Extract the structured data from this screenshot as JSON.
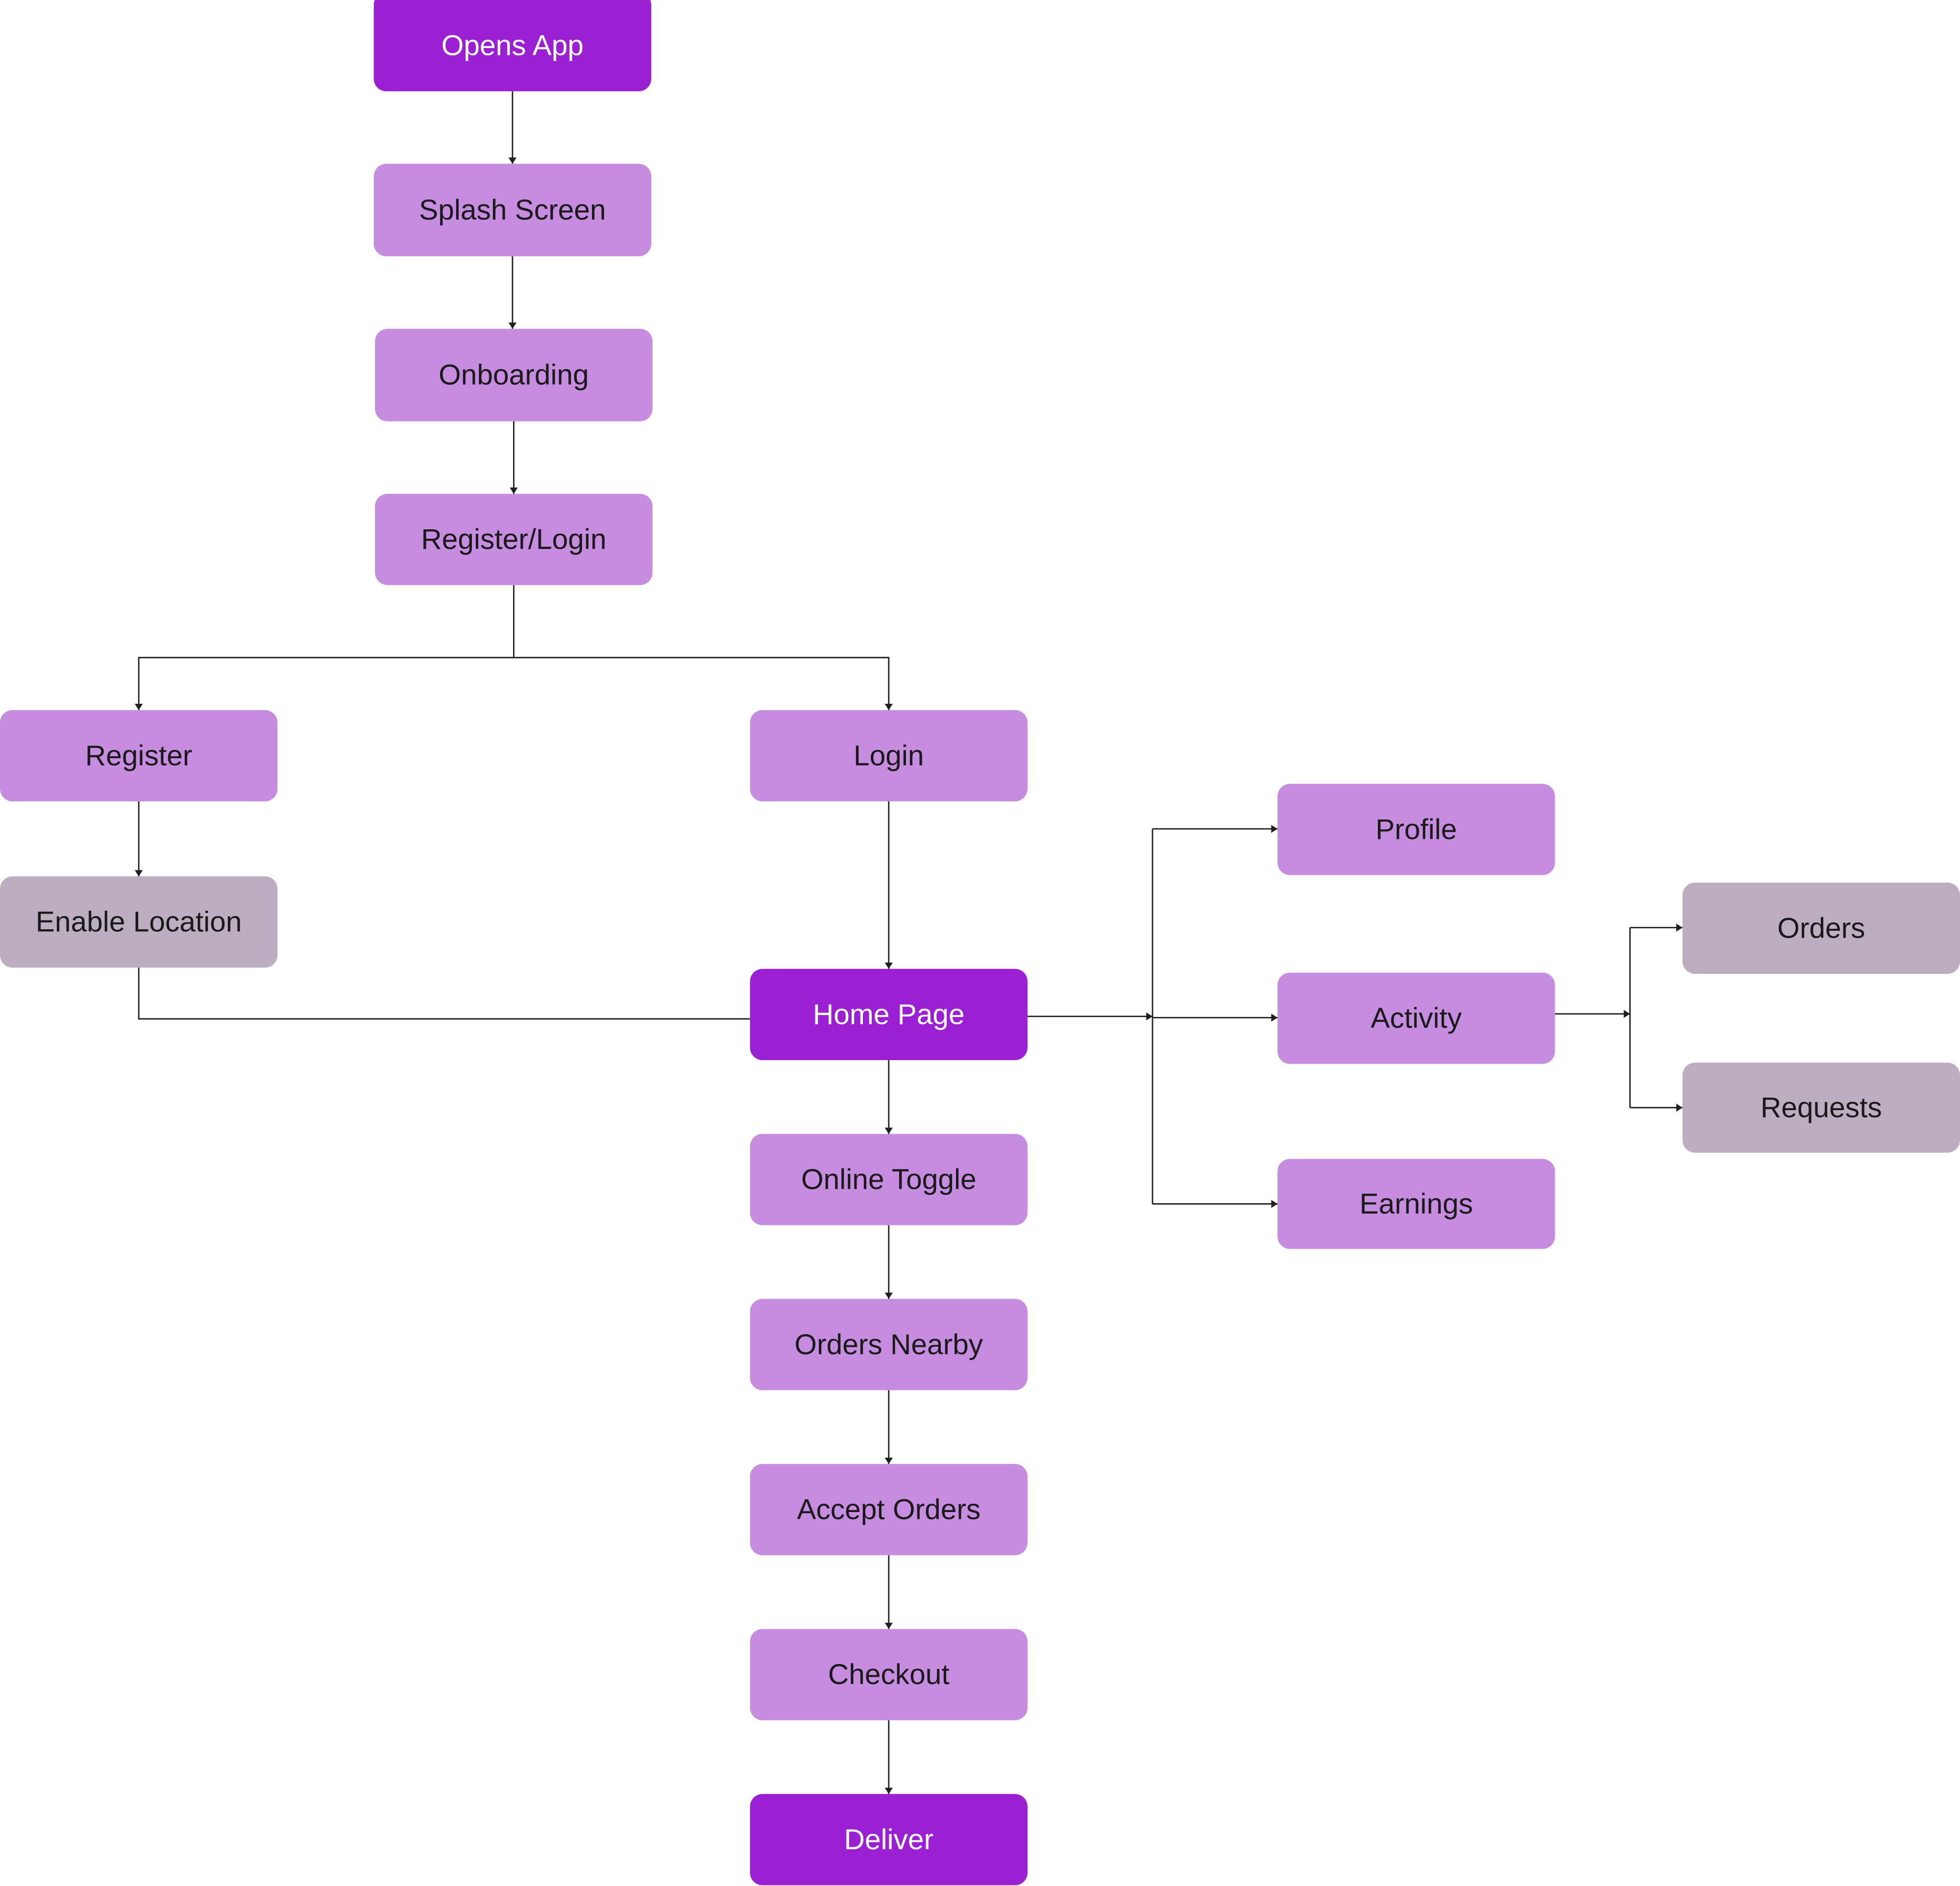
{
  "diagram": {
    "type": "user-flow",
    "colors": {
      "primary": "#9B20D3",
      "secondary": "#C68CDF",
      "muted": "#BCADC0",
      "connector": "#1F1F1F",
      "text_dark": "#1A1A1A",
      "text_light": "#FFFFFF"
    },
    "nodes": [
      {
        "id": "opens-app",
        "label": "Opens App",
        "style": "primary"
      },
      {
        "id": "splash-screen",
        "label": "Splash Screen",
        "style": "secondary"
      },
      {
        "id": "onboarding",
        "label": "Onboarding",
        "style": "secondary"
      },
      {
        "id": "register-login",
        "label": "Register/Login",
        "style": "secondary"
      },
      {
        "id": "register",
        "label": "Register",
        "style": "secondary"
      },
      {
        "id": "login",
        "label": "Login",
        "style": "secondary"
      },
      {
        "id": "enable-location",
        "label": "Enable Location",
        "style": "muted"
      },
      {
        "id": "home-page",
        "label": "Home Page",
        "style": "primary"
      },
      {
        "id": "online-toggle",
        "label": "Online Toggle",
        "style": "secondary"
      },
      {
        "id": "orders-nearby",
        "label": "Orders Nearby",
        "style": "secondary"
      },
      {
        "id": "accept-orders",
        "label": "Accept Orders",
        "style": "secondary"
      },
      {
        "id": "checkout",
        "label": "Checkout",
        "style": "secondary"
      },
      {
        "id": "deliver",
        "label": "Deliver",
        "style": "primary"
      },
      {
        "id": "profile",
        "label": "Profile",
        "style": "secondary"
      },
      {
        "id": "activity",
        "label": "Activity",
        "style": "secondary"
      },
      {
        "id": "earnings",
        "label": "Earnings",
        "style": "secondary"
      },
      {
        "id": "orders",
        "label": "Orders",
        "style": "muted"
      },
      {
        "id": "requests",
        "label": "Requests",
        "style": "muted"
      }
    ],
    "edges": [
      {
        "from": "opens-app",
        "to": "splash-screen"
      },
      {
        "from": "splash-screen",
        "to": "onboarding"
      },
      {
        "from": "onboarding",
        "to": "register-login"
      },
      {
        "from": "register-login",
        "to": "register"
      },
      {
        "from": "register-login",
        "to": "login"
      },
      {
        "from": "register",
        "to": "enable-location"
      },
      {
        "from": "enable-location",
        "to": "home-page"
      },
      {
        "from": "login",
        "to": "home-page"
      },
      {
        "from": "home-page",
        "to": "online-toggle"
      },
      {
        "from": "online-toggle",
        "to": "orders-nearby"
      },
      {
        "from": "orders-nearby",
        "to": "accept-orders"
      },
      {
        "from": "accept-orders",
        "to": "checkout"
      },
      {
        "from": "checkout",
        "to": "deliver"
      },
      {
        "from": "home-page",
        "to": "profile"
      },
      {
        "from": "home-page",
        "to": "activity"
      },
      {
        "from": "home-page",
        "to": "earnings"
      },
      {
        "from": "activity",
        "to": "orders"
      },
      {
        "from": "activity",
        "to": "requests"
      }
    ]
  }
}
